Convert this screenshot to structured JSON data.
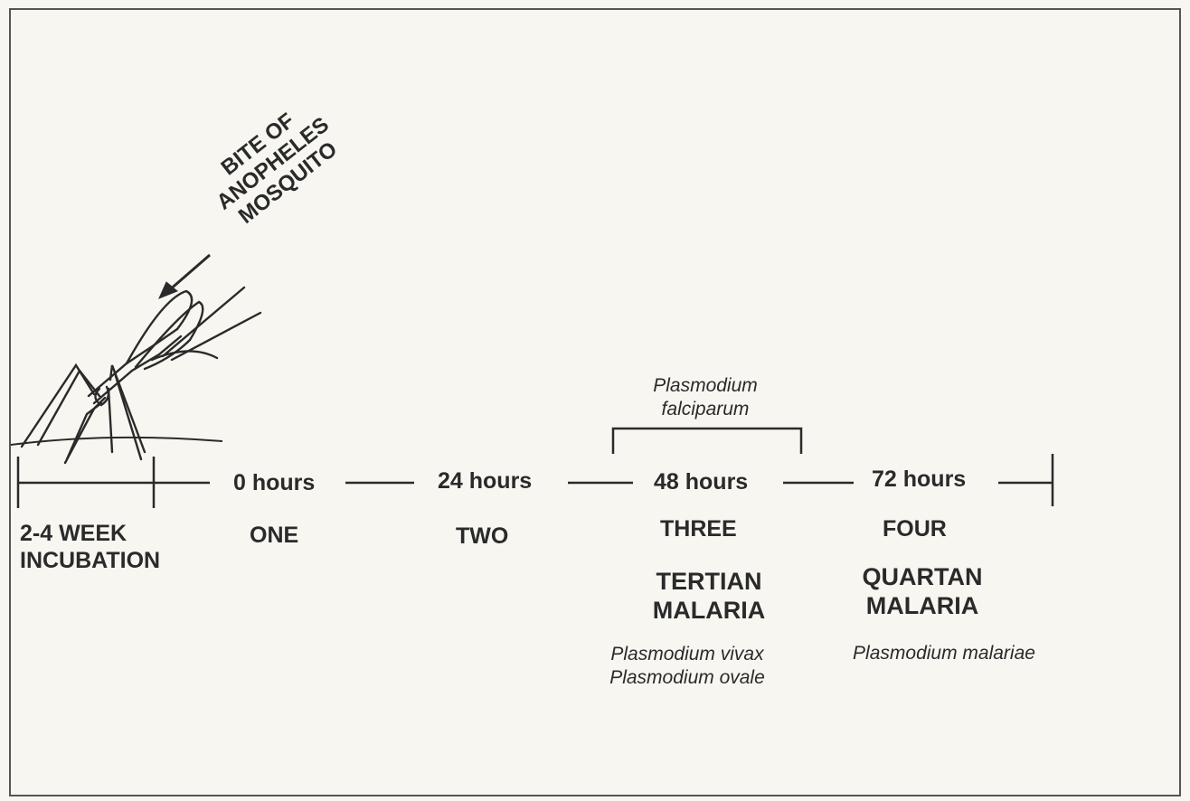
{
  "bite": {
    "line1": "BITE OF",
    "line2": "ANOPHELES",
    "line3": "MOSQUITO"
  },
  "timeline": {
    "hours": [
      "0 hours",
      "24 hours",
      "48 hours",
      "72 hours"
    ],
    "incubation": [
      "2-4 WEEK",
      "INCUBATION"
    ],
    "days": [
      "ONE",
      "TWO",
      "THREE",
      "FOUR"
    ]
  },
  "tertian": {
    "title": [
      "TERTIAN",
      "MALARIA"
    ],
    "species": [
      "Plasmodium vivax",
      "Plasmodium ovale"
    ]
  },
  "quartan": {
    "title": [
      "QUARTAN",
      "MALARIA"
    ],
    "species": [
      "Plasmodium malariae"
    ]
  },
  "falciparum": {
    "label": [
      "Plasmodium",
      "falciparum"
    ]
  },
  "colors": {
    "ink": "#2a2a2a",
    "paper": "#f7f6f1"
  },
  "icons": [
    "mosquito-icon",
    "arrow-icon"
  ]
}
